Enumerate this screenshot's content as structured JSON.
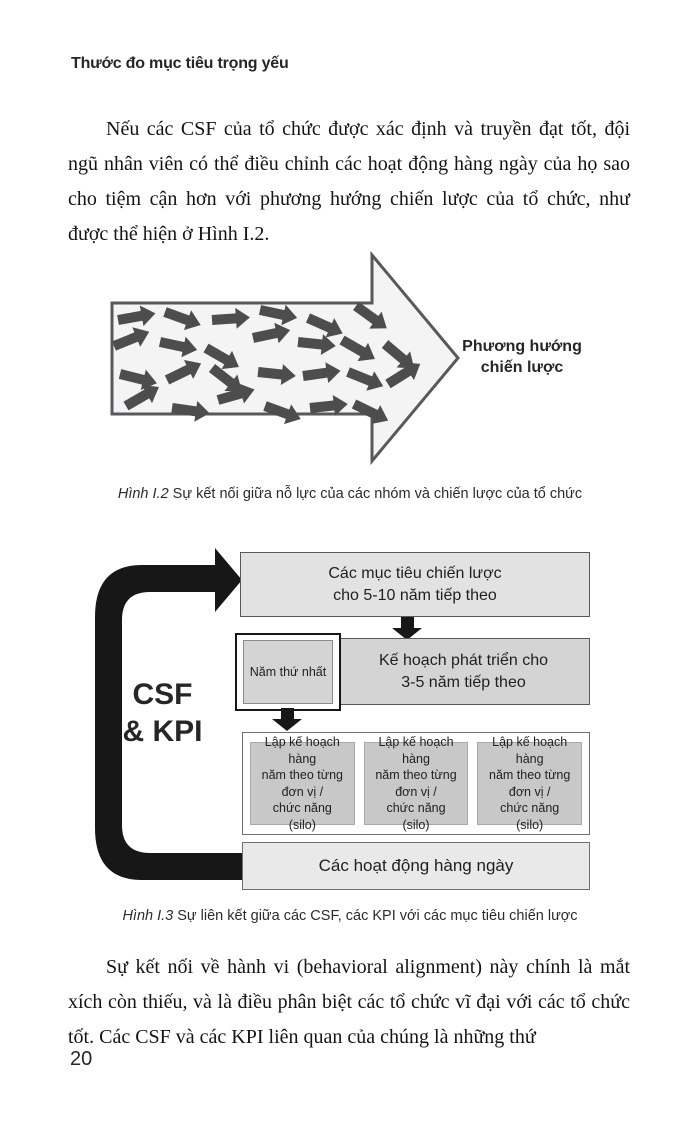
{
  "document": {
    "running_header": "Thước đo mục tiêu trọng yếu",
    "page_number": "20",
    "paragraphs": {
      "p1": "Nếu các CSF của tổ chức được xác định và truyền đạt tốt, đội ngũ nhân viên có thể điều chỉnh các hoạt động hàng ngày của họ sao cho tiệm cận hơn với phương hướng chiến lược của tổ chức, như được thể hiện ở Hình I.2.",
      "p2": "Sự kết nối về hành vi (behavioral alignment) này chính là mắt xích còn thiếu, và là điều phân biệt các tổ chức vĩ đại với các tổ chức tốt. Các CSF và các KPI liên quan của chúng là những thứ"
    }
  },
  "figure_i2": {
    "arrow_label": "Phương hướng\nchiến lược",
    "caption_label": "Hình I.2",
    "caption_text": "Sự kết nối giữa nỗ lực của các nhóm và chiến lược của tổ chức"
  },
  "figure_i3": {
    "side_label": "CSF\n& KPI",
    "strategic_goals_box": "Các mục tiêu chiến lược\ncho 5-10 năm tiếp theo",
    "first_year_box": "Năm thứ nhất",
    "development_plan_box": "Kế hoạch phát triển cho\n3-5 năm tiếp theo",
    "silo_boxes": [
      "Lập kế hoạch hàng\nnăm theo từng\nđơn vị /\nchức năng\n(silo)",
      "Lập kế hoạch hàng\nnăm theo từng\nđơn vị /\nchức năng\n(silo)",
      "Lập kế hoạch hàng\nnăm theo từng\nđơn vị /\nchức năng\n(silo)"
    ],
    "daily_activities_box": "Các hoạt động hàng ngày",
    "caption_label": "Hình I.3",
    "caption_text": "Sự liên kết giữa các CSF, các KPI với các mục tiêu chiến lược"
  },
  "colors": {
    "ink": "#1f1f1f",
    "bracket": "#171717",
    "box-light": "#e2e2e2",
    "box-mid": "#d4d4d4",
    "box-silo": "#c8c8c8",
    "box-daily": "#e9e9e9",
    "arrow-fill": "#f4f4f4",
    "arrow-stroke": "#58595b",
    "small-arrow": "#4d4d4d"
  }
}
